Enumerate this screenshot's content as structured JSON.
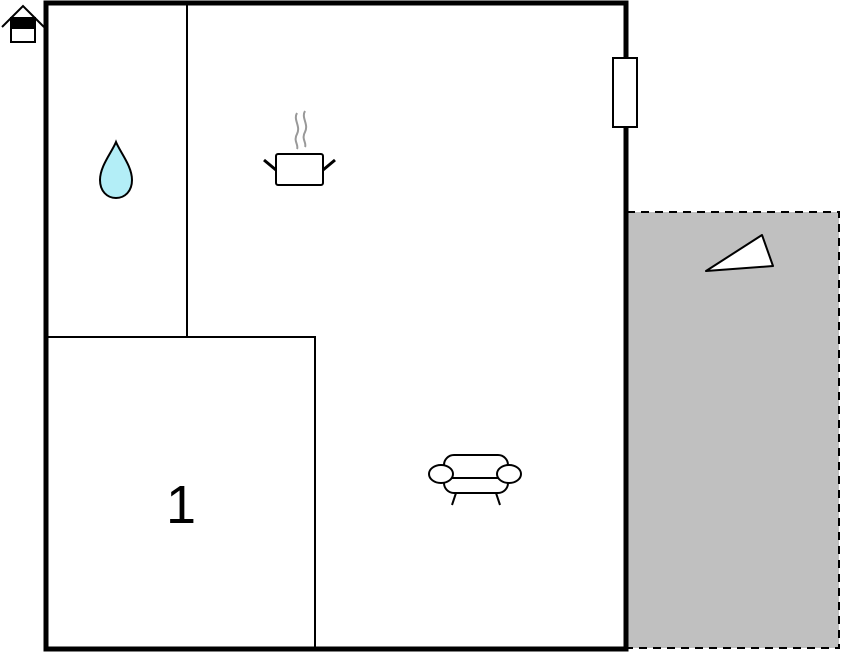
{
  "floorplan": {
    "rooms": [
      {
        "id": "bathroom",
        "label": "",
        "icon": "water-drop-icon"
      },
      {
        "id": "kitchen-living",
        "label": "",
        "icons": [
          "cooking-pot-icon",
          "sofa-icon"
        ]
      },
      {
        "id": "bedroom",
        "label": "1"
      }
    ],
    "terrace": {
      "icon": "sun-lounger-icon",
      "fill": "#c0c0c0"
    },
    "entrance": {
      "icon": "house-entrance-icon"
    },
    "window": {
      "icon": "window-icon"
    },
    "colors": {
      "wall": "#000000",
      "water": "#b3eef7",
      "steam": "#999999",
      "terrace_fill": "#c0c0c0"
    }
  }
}
